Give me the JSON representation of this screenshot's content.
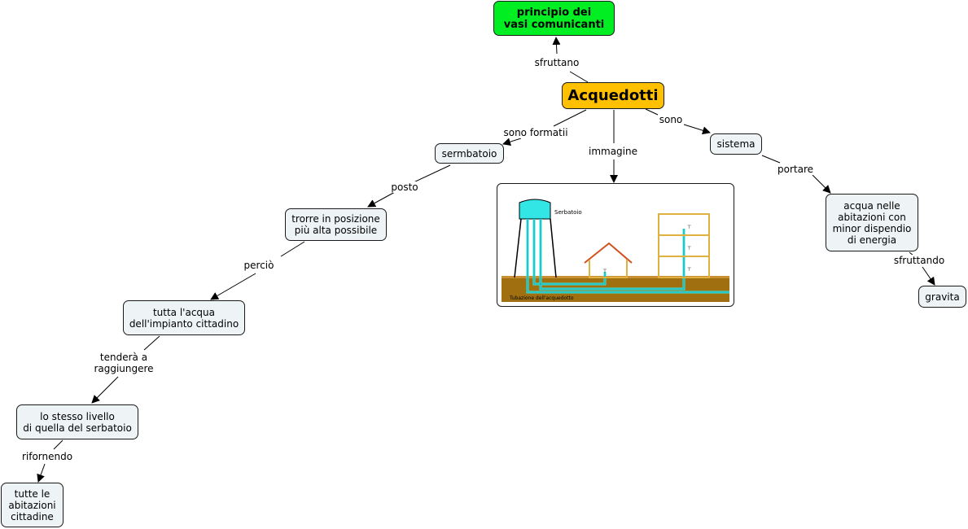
{
  "nodes": {
    "principio": "principio dei\nvasi comunicanti",
    "acquedotti": "Acquedotti",
    "sermbatoio": "sermbatoio",
    "sistema": "sistema",
    "torre": "trorre in posizione\npiù alta possibile",
    "acqua_abitazioni": "acqua nelle\nabitazioni con\nminor dispendio\ndi energia",
    "gravita": "gravita",
    "tutta_acqua": "tutta l'acqua\ndell'impianto cittadino",
    "stesso_livello": "lo stesso livello\ndi quella del serbatoio",
    "tutte_abitazioni": "tutte le\nabitazioni\ncittadine"
  },
  "links": {
    "sfruttano": "sfruttano",
    "sono_formatii": "sono formatii",
    "immagine": "immagine",
    "sono": "sono",
    "posto": "posto",
    "portare": "portare",
    "sfruttando": "sfruttando",
    "percio": "perciò",
    "tendera": "tenderà a\nraggiungere",
    "rifornendo": "rifornendo"
  },
  "image": {
    "serbatoio_label": "Serbatoio",
    "caption": "Tubazione dell'acquedotto"
  },
  "colors": {
    "main_node": "#ffc000",
    "principle_node": "#00ee22",
    "concept_node": "#eef3f5",
    "water": "#33e6e6",
    "ground": "#a07010",
    "roof": "#d05020",
    "building": "#e0b040"
  }
}
